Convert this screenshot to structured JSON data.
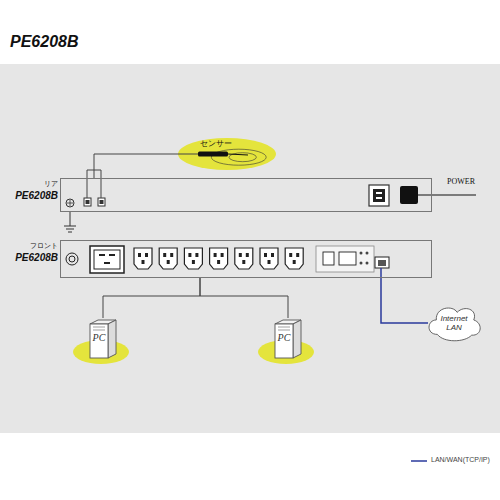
{
  "diagram": {
    "title": "PE6208B",
    "nodes": [
      {
        "text": [
          "センサー"
        ]
      },
      {
        "text": [
          "リア",
          "PE6208B"
        ]
      },
      {
        "text": [
          "フロント",
          "PE6208B"
        ]
      },
      {
        "text": [
          "Internet LAN"
        ]
      },
      {
        "text": [
          "PC"
        ]
      },
      {
        "text": [
          "PC"
        ]
      }
    ],
    "edges": [
      {
        "from": 0,
        "to": 1,
        "arrow": "none"
      },
      {
        "from": 2,
        "to": 4,
        "arrow": "none"
      },
      {
        "from": 2,
        "to": 5,
        "arrow": "none"
      },
      {
        "from": 2,
        "to": 3,
        "arrow": "none"
      }
    ],
    "labels": [
      "POWER"
    ],
    "legend": [
      {
        "text": "LAN/WAN(TCP/IP)"
      }
    ]
  }
}
